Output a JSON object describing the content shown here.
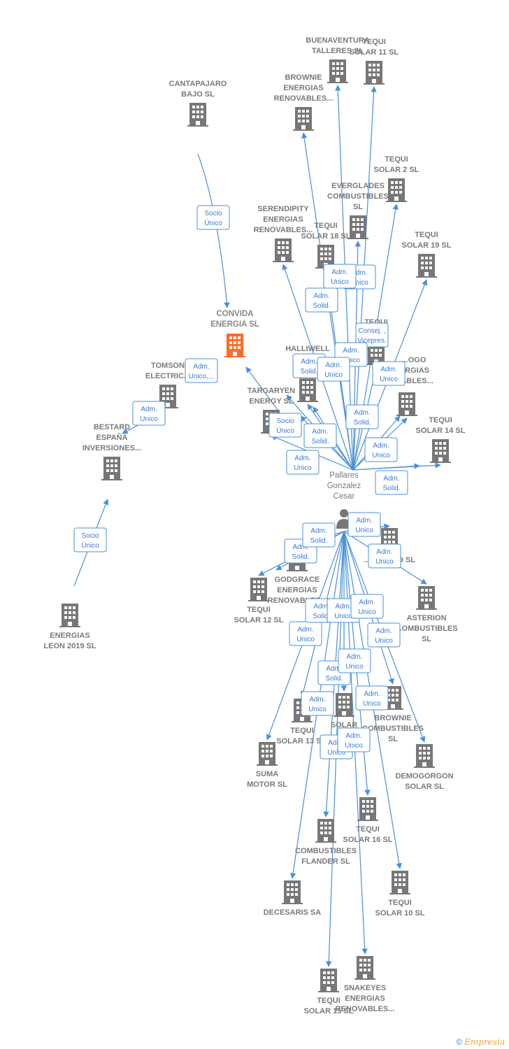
{
  "colors": {
    "edge": "#4a90d9",
    "building": "#777777",
    "focus": "#ff6a2b",
    "badge_text": "#3a7bd5"
  },
  "person": {
    "name_lines": [
      "Pallares",
      "Gonzalez",
      "Cesar"
    ],
    "icon": "person-icon"
  },
  "focus_company": {
    "name_lines": [
      "CONVIDA",
      "ENERGIA  SL"
    ],
    "icon": "building-icon"
  },
  "companies": [
    {
      "id": "buenaventura",
      "lines": [
        "BUENAVENTURA",
        "TALLERES SL"
      ],
      "icon": "building-icon"
    },
    {
      "id": "tequi11",
      "lines": [
        "TEQUI",
        "SOLAR 11 SL"
      ],
      "icon": "building-icon"
    },
    {
      "id": "brownie-renov",
      "lines": [
        "BROWNIE",
        "ENERGIAS",
        "RENOVABLES..."
      ],
      "icon": "building-icon"
    },
    {
      "id": "cantapajaro",
      "lines": [
        "CANTAPAJARO",
        "BAJO  SL"
      ],
      "icon": "building-icon"
    },
    {
      "id": "tequi2",
      "lines": [
        "TEQUI",
        "SOLAR 2 SL"
      ],
      "icon": "building-icon"
    },
    {
      "id": "everglades",
      "lines": [
        "EVERGLADES",
        "COMBUSTIBLES",
        "SL"
      ],
      "icon": "building-icon"
    },
    {
      "id": "serendipity",
      "lines": [
        "SERENDIPITY",
        "ENERGIAS",
        "RENOVABLES..."
      ],
      "icon": "building-icon"
    },
    {
      "id": "tequi18",
      "lines": [
        "TEQUI",
        "SOLAR 18 SL"
      ],
      "icon": "building-icon"
    },
    {
      "id": "tequi19",
      "lines": [
        "TEQUI",
        "SOLAR 19 SL"
      ],
      "icon": "building-icon"
    },
    {
      "id": "tequi-mid",
      "lines": [
        "TEQUI",
        "S...SL"
      ],
      "icon": "building-icon"
    },
    {
      "id": "halliwell",
      "lines": [
        "HALLIWELL",
        "EN...",
        "REN..."
      ],
      "icon": "building-icon"
    },
    {
      "id": "tomson",
      "lines": [
        "TOMSON",
        "ELECTRIC..."
      ],
      "icon": "building-icon"
    },
    {
      "id": "bogo",
      "lines": [
        "...OGO",
        "...RGIAS",
        "...ABLES..."
      ],
      "icon": "building-icon"
    },
    {
      "id": "targaryen",
      "lines": [
        "TARGARYEN",
        "ENERGY  SL"
      ],
      "icon": "building-icon"
    },
    {
      "id": "bestard",
      "lines": [
        "BESTARD",
        "ESPAÑA",
        "INVERSIONES..."
      ],
      "icon": "building-icon"
    },
    {
      "id": "tequi14",
      "lines": [
        "TEQUI",
        "SOLAR 14 SL"
      ],
      "icon": "building-icon"
    },
    {
      "id": "godgrace",
      "lines": [
        "GODGRACE",
        "ENERGIAS",
        "RENOVABLES..."
      ],
      "icon": "building-icon"
    },
    {
      "id": "tequi9",
      "lines": [
        "...SOLAR 9 SL"
      ],
      "icon": "building-icon"
    },
    {
      "id": "tequi12",
      "lines": [
        "TEQUI",
        "SOLAR 12 SL"
      ],
      "icon": "building-icon"
    },
    {
      "id": "asterion",
      "lines": [
        "ASTERION",
        "...OMBUSTIBLES",
        "SL"
      ],
      "icon": "building-icon"
    },
    {
      "id": "energias-leon",
      "lines": [
        "ENERGIAS",
        "LEON 2019  SL"
      ],
      "icon": "building-icon"
    },
    {
      "id": "tequi13",
      "lines": [
        "TEQUI",
        "SOLAR 13 S..."
      ],
      "icon": "building-icon"
    },
    {
      "id": "tequi-solar",
      "lines": [
        "SOLAR"
      ],
      "icon": "building-icon"
    },
    {
      "id": "brownie-comb",
      "lines": [
        "BROWNIE",
        "COMBUSTIBLES",
        "SL"
      ],
      "icon": "building-icon"
    },
    {
      "id": "suma",
      "lines": [
        "SUMA",
        "MOTOR  SL"
      ],
      "icon": "building-icon"
    },
    {
      "id": "demogorgon",
      "lines": [
        "DEMOGORGON",
        "SOLAR  SL"
      ],
      "icon": "building-icon"
    },
    {
      "id": "tequi16",
      "lines": [
        "TEQUI",
        "SOLAR 16 SL"
      ],
      "icon": "building-icon"
    },
    {
      "id": "flander",
      "lines": [
        "COMBUSTIBLES",
        "FLANDER  SL"
      ],
      "icon": "building-icon"
    },
    {
      "id": "tequi10",
      "lines": [
        "TEQUI",
        "SOLAR 10 SL"
      ],
      "icon": "building-icon"
    },
    {
      "id": "decesaris",
      "lines": [
        "DECESARIS SA"
      ],
      "icon": "building-icon"
    },
    {
      "id": "snakeyes",
      "lines": [
        "SNAKEYES",
        "ENERGIAS",
        "RENOVABLES..."
      ],
      "icon": "building-icon"
    },
    {
      "id": "tequi15",
      "lines": [
        "TEQUI",
        "SOLAR 15 SL"
      ],
      "icon": "building-icon"
    }
  ],
  "relations": [
    {
      "id": "r1",
      "lines": [
        "Socio",
        "Único"
      ]
    },
    {
      "id": "r2",
      "lines": [
        "Adm.",
        "Unico,..."
      ]
    },
    {
      "id": "r3",
      "lines": [
        "Adm.",
        "Unico"
      ]
    },
    {
      "id": "r4",
      "lines": [
        "Socio",
        "Único"
      ]
    },
    {
      "id": "r5",
      "lines": [
        "Adm.",
        "Unico"
      ]
    },
    {
      "id": "r6",
      "lines": [
        "Adm.",
        "Unico"
      ]
    },
    {
      "id": "r7",
      "lines": [
        "Adm.",
        "Solid."
      ]
    },
    {
      "id": "r8",
      "lines": [
        "Consej. ,",
        "Vicepres."
      ]
    },
    {
      "id": "r9",
      "lines": [
        "Adm.",
        "Unico"
      ]
    },
    {
      "id": "r10",
      "lines": [
        "Adm.",
        "Solid."
      ]
    },
    {
      "id": "r11",
      "lines": [
        "Adm.",
        "Unico"
      ]
    },
    {
      "id": "r12",
      "lines": [
        "Adm.",
        "Unico"
      ]
    },
    {
      "id": "r13",
      "lines": [
        "Socio",
        "Único"
      ]
    },
    {
      "id": "r14",
      "lines": [
        "Adm.",
        "Solid."
      ]
    },
    {
      "id": "r15",
      "lines": [
        "Adm.",
        "Unico"
      ]
    },
    {
      "id": "r16",
      "lines": [
        "Adm.",
        "Solid."
      ]
    },
    {
      "id": "r17",
      "lines": [
        "Adm.",
        "Solid."
      ]
    },
    {
      "id": "r18",
      "lines": [
        "Adm.",
        "Unico"
      ]
    },
    {
      "id": "r19",
      "lines": [
        "Adm.",
        "Solid."
      ]
    },
    {
      "id": "r20",
      "lines": [
        "Adm.",
        "Unico"
      ]
    },
    {
      "id": "r21",
      "lines": [
        "Adm.",
        "Unico"
      ]
    },
    {
      "id": "r22",
      "lines": [
        "Adm.",
        "Unico"
      ]
    },
    {
      "id": "r23",
      "lines": [
        "Adm.",
        "Unico"
      ]
    },
    {
      "id": "r24",
      "lines": [
        "Adm.",
        "Solid."
      ]
    },
    {
      "id": "r25",
      "lines": [
        "Adm.",
        "Unico"
      ]
    },
    {
      "id": "r26",
      "lines": [
        "Adm.",
        "Unico"
      ]
    },
    {
      "id": "r27",
      "lines": [
        "Adm.",
        "Solid."
      ]
    },
    {
      "id": "r28",
      "lines": [
        "Adm.",
        "Unico"
      ]
    },
    {
      "id": "r29",
      "lines": [
        "Adm.",
        "Unico"
      ]
    },
    {
      "id": "r30",
      "lines": [
        "Adm.",
        "Unico"
      ]
    },
    {
      "id": "r31",
      "lines": [
        "Adm.",
        "Unico"
      ]
    },
    {
      "id": "r32",
      "lines": [
        "Adm.",
        "Unico"
      ]
    },
    {
      "id": "r33",
      "lines": [
        "Adm.",
        "Solid."
      ]
    }
  ],
  "footer": {
    "copyright": "©",
    "brand": "Empresia"
  }
}
